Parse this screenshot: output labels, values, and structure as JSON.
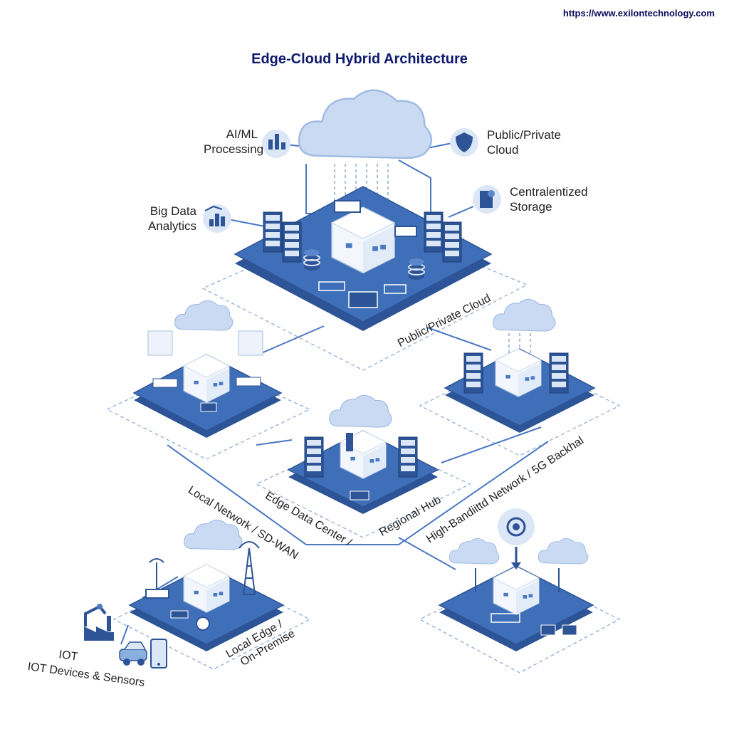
{
  "header": {
    "url": "https://www.exilontechnology.com",
    "title": "Edge-Cloud Hybrid Architecture"
  },
  "labels": {
    "ai_ml_line1": "AI/ML",
    "ai_ml_line2": "Processing",
    "public_private_line1": "Public/Private",
    "public_private_line2": "Cloud",
    "storage_line1": "Centralentized",
    "storage_line2": "Storage",
    "big_data_line1": "Big Data",
    "big_data_line2": "Analytics",
    "cloud_tier": "Public/Private Cloud",
    "local_network": "Local Network / SD-WAN",
    "edge_dc": "Edge Data Center /",
    "regional_hub": "Regional Hub",
    "backhaul": "High-Bandiittd Network / 5G Backhal",
    "local_edge_line1": "Local Edge /",
    "local_edge_line2": "On-Premise",
    "iot_line1": "IOT",
    "iot_line2": "IOT Devices & Sensors"
  },
  "icons": [
    "cloud-icon",
    "server-rack-icon",
    "database-icon",
    "router-icon",
    "antenna-tower-icon",
    "robot-arm-icon",
    "factory-icon",
    "car-icon",
    "smartphone-icon",
    "shield-icon",
    "chart-icon"
  ],
  "colors": {
    "platform": "#3f6fb8",
    "platform_dark": "#2d5496",
    "cloud": "#c9daf2",
    "accent": "#4a78c2",
    "title": "#0d1a6e"
  }
}
